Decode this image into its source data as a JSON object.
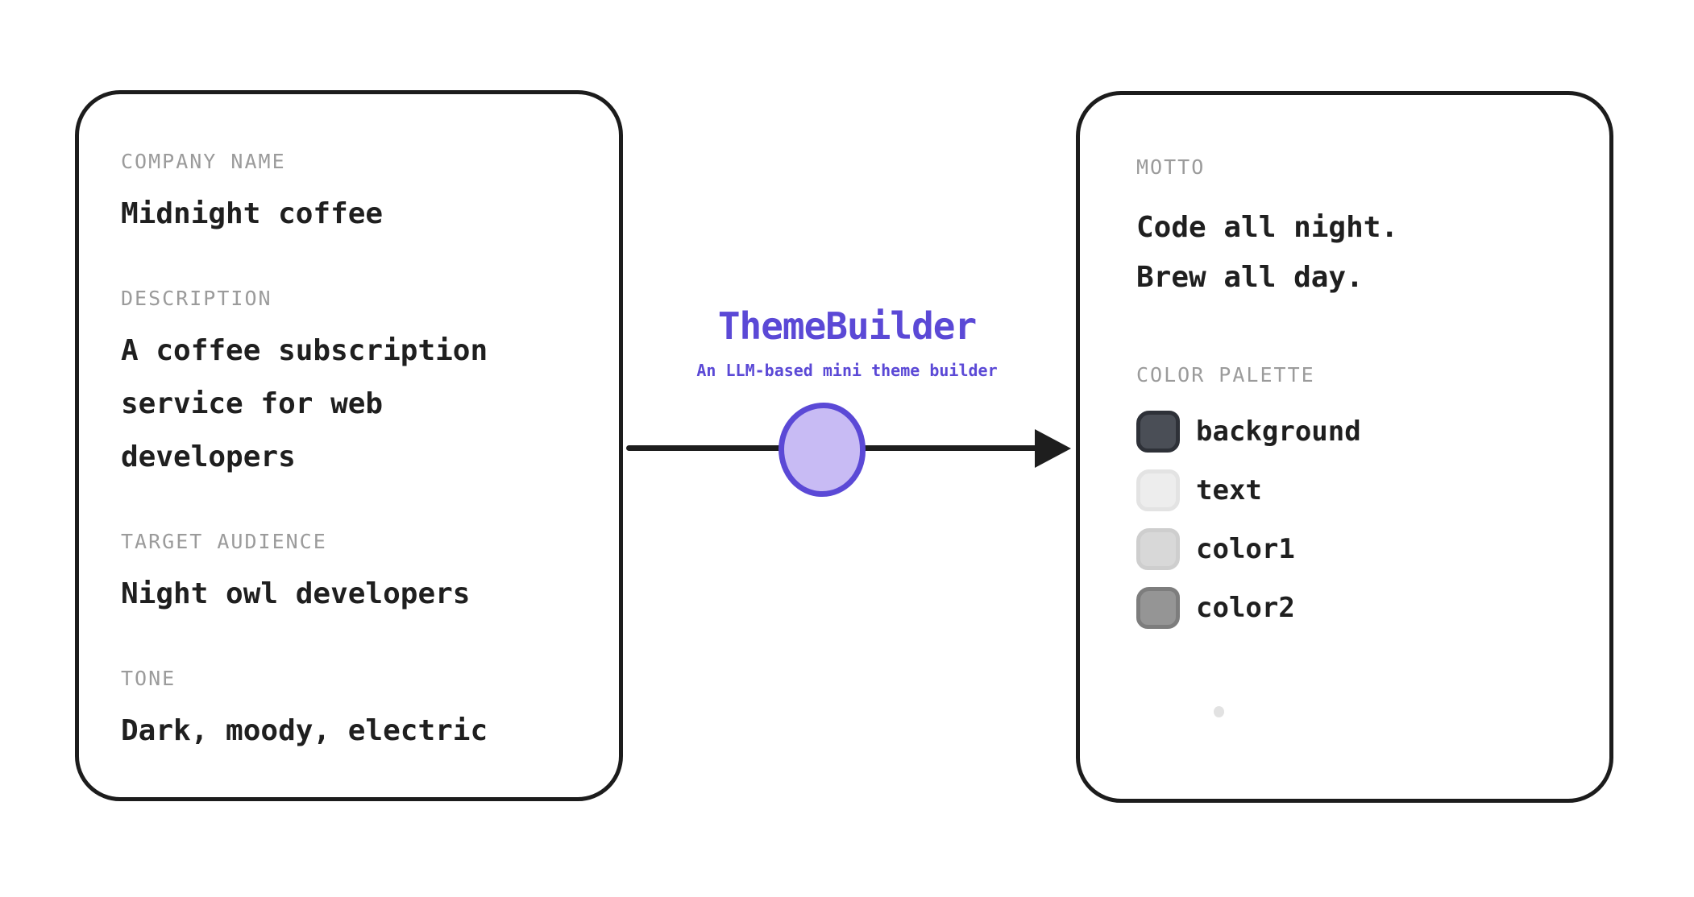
{
  "builder": {
    "title": "ThemeBuilder",
    "subtitle": "An LLM-based mini theme builder",
    "accent": "#5b49d6",
    "node_fill": "#c8bbf4",
    "node_stroke": "#5b49d6"
  },
  "input_card": {
    "sections": [
      {
        "label": "COMPANY NAME",
        "value": "Midnight coffee"
      },
      {
        "label": "DESCRIPTION",
        "value": "A coffee subscription service for web developers"
      },
      {
        "label": "TARGET AUDIENCE",
        "value": "Night owl developers"
      },
      {
        "label": "TONE",
        "value": "Dark, moody, electric"
      }
    ]
  },
  "output_card": {
    "motto_label": "MOTTO",
    "motto_lines": {
      "0": "Code all night.",
      "1": "Brew all day."
    },
    "palette_label": "COLOR PALETTE",
    "palette": [
      {
        "name": "background",
        "fill": "#4a4e56",
        "border": "#2e3138"
      },
      {
        "name": "text",
        "fill": "#ededed",
        "border": "#e3e3e3"
      },
      {
        "name": "color1",
        "fill": "#d8d8d8",
        "border": "#cecece"
      },
      {
        "name": "color2",
        "fill": "#959595",
        "border": "#7d7d7d"
      }
    ]
  }
}
